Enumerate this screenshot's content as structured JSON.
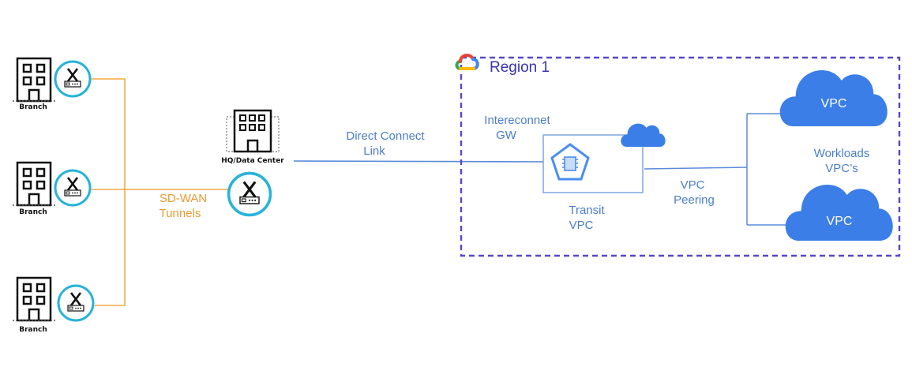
{
  "region": {
    "title": "Region 1"
  },
  "branches": [
    {
      "label": "Branch"
    },
    {
      "label": "Branch"
    },
    {
      "label": "Branch"
    }
  ],
  "hq": {
    "label": "HQ/Data Center"
  },
  "links": {
    "sdwan_line1": "SD-WAN",
    "sdwan_line2": "Tunnels",
    "direct_line1": "Direct Connect",
    "direct_line2": "Link"
  },
  "interconnect": {
    "line1": "Intereconnet",
    "line2": "GW"
  },
  "transit": {
    "line1": "Transit",
    "line2": "VPC"
  },
  "peering": {
    "line1": "VPC",
    "line2": "Peering"
  },
  "workloads": {
    "line1": "Workloads",
    "line2": "VPC’s"
  },
  "vpcs": [
    {
      "label": "VPC"
    },
    {
      "label": "VPC"
    }
  ],
  "colors": {
    "sdwan_orange": "#f4a940",
    "link_blue": "#5b8bd9",
    "region_border": "#5548c8",
    "cloud_blue": "#3b7ee8",
    "router_ring": "#27b3d8"
  }
}
